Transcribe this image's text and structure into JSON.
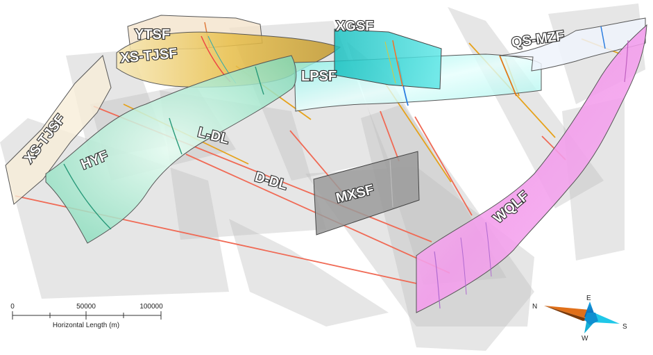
{
  "fault_labels": {
    "ytsf": "YTSF",
    "xs_tjsf_top": "XS-TJSF",
    "xgsf": "XGSF",
    "qs_mzf": "QS-MZF",
    "lpsf": "LPSF",
    "xs_tjsf_left": "XS-TJSF",
    "hyf": "HYF",
    "l_dl": "L-DL",
    "d_dl": "D-DL",
    "mxsf": "MXSF",
    "wqlf": "WQLF"
  },
  "scale_bar": {
    "ticks": [
      "0",
      "50000",
      "100000"
    ],
    "title": "Horizontal Length (m)"
  },
  "compass": {
    "north": "N",
    "east": "E",
    "south": "S",
    "west": "W"
  },
  "colors": {
    "shadow_planes": "#c8c8c8",
    "ytsf": "#f3e2c8",
    "xs_tjsf_top": "#e7c35a",
    "xgsf": "#33d8d8",
    "lpsf": "#bff6f0",
    "qs_mzf": "#eef3fb",
    "xs_tjsf_left": "#f8edd8",
    "hyf": "#8fe0c0",
    "mxsf": "#a0a0a0",
    "wqlf": "#f6a6ee",
    "red_profile": "#f06a55",
    "orange_profile": "#e6a21a"
  }
}
